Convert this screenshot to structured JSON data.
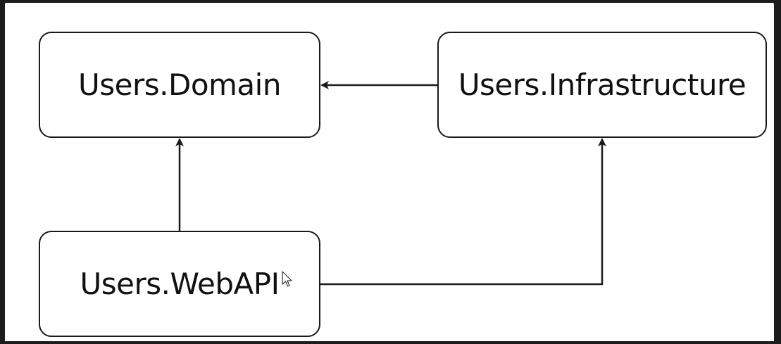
{
  "diagram": {
    "nodes": [
      {
        "id": "domain",
        "label": "Users.Domain"
      },
      {
        "id": "infra",
        "label": "Users.Infrastructure"
      },
      {
        "id": "webapi",
        "label": "Users.WebAPI"
      }
    ],
    "edges": [
      {
        "from": "infra",
        "to": "domain"
      },
      {
        "from": "webapi",
        "to": "domain"
      },
      {
        "from": "webapi",
        "to": "infra"
      }
    ],
    "colors": {
      "stroke": "#1a1a1a",
      "background": "#ffffff",
      "frame": "#1c1c1c"
    }
  },
  "icons": {
    "cursor": "mouse-pointer-icon"
  }
}
